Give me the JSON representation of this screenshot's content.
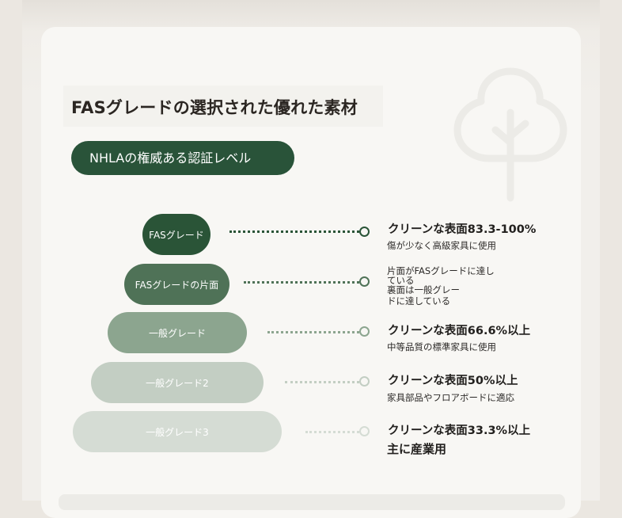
{
  "header": {
    "title": "FASグレードの選択された優れた素材",
    "badge": "NHLAの権威ある認証レベル"
  },
  "colors": {
    "badge": "#295339",
    "tier1": "#2a5437",
    "tier2": "#4f7257",
    "tier3": "#8ca58f",
    "tier4": "#c3cec3",
    "tier5": "#d5dcd4"
  },
  "tiers": [
    {
      "label": "FASグレード",
      "heading": "クリーンな表面83.3-100%",
      "description": "傷が少なく高級家具に使用"
    },
    {
      "label": "FASグレードの片面",
      "heading": "片面がFASグレードに達し",
      "heading_cont": "ている",
      "description": "裏面は一般グレー",
      "description_cont": "ドに達している"
    },
    {
      "label": "一般グレード",
      "heading": "クリーンな表面66.6%以上",
      "description": "中等品質の標準家具に使用"
    },
    {
      "label": "一般グレード2",
      "heading": "クリーンな表面50%以上",
      "description": "家具部品やフロアボードに適応"
    },
    {
      "label": "一般グレード3",
      "heading": "クリーンな表面33.3%以上",
      "description": "主に産業用"
    }
  ]
}
